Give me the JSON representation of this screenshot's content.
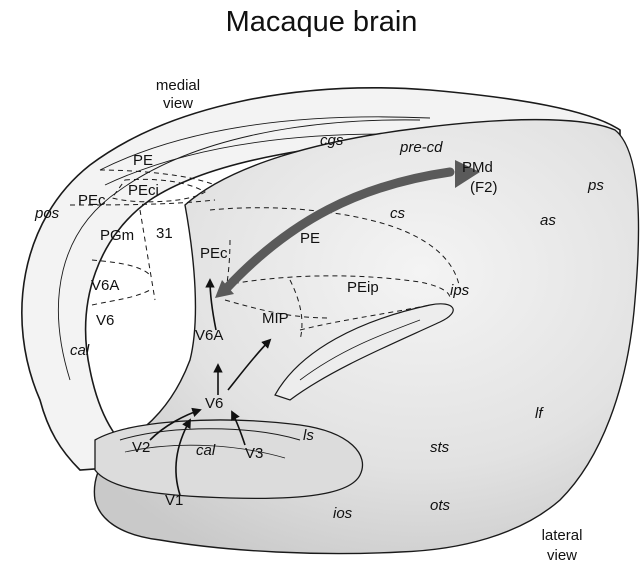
{
  "figure": {
    "title": "Macaque brain",
    "views": {
      "medial": [
        "medial",
        "view"
      ],
      "lateral": [
        "lateral",
        "view"
      ]
    },
    "areas": {
      "pe_medial": "PE",
      "pec_medial": "PEc",
      "peci": "PEci",
      "pgm": "PGm",
      "area31": "31",
      "v6a_medial": "V6A",
      "v6_medial": "V6",
      "pec": "PEc",
      "pe": "PE",
      "peip": "PEip",
      "mip": "MIP",
      "v6a": "V6A",
      "v6": "V6",
      "v2": "V2",
      "v3": "V3",
      "v1": "V1",
      "pmd": [
        "PMd",
        "(F2)"
      ]
    },
    "sulci": {
      "cgs": "cgs",
      "pre_cd": "pre-cd",
      "ps": "ps",
      "as": "as",
      "cs": "cs",
      "ips": "ips",
      "pos": "pos",
      "cal_medial": "cal",
      "cal": "cal",
      "ls": "ls",
      "sts": "sts",
      "lf": "lf",
      "ios": "ios",
      "ots": "ots"
    },
    "colors": {
      "background": "#ffffff",
      "cortex_surface": "#e6e6e6",
      "medial_wall": "#f1f1f1",
      "outline": "#1a1a1a",
      "projection_arrow": "#5a5a5a"
    }
  }
}
